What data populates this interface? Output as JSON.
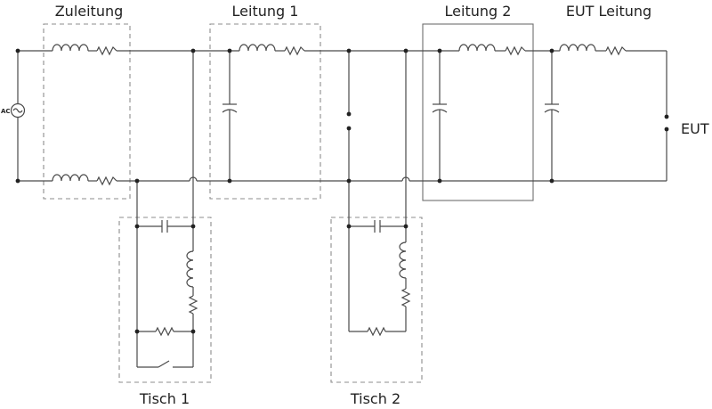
{
  "labels": {
    "zuleitung": "Zuleitung",
    "leitung1": "Leitung 1",
    "leitung2": "Leitung 2",
    "eut_leitung": "EUT Leitung",
    "eut": "EUT",
    "tisch1": "Tisch 1",
    "tisch2": "Tisch 2",
    "ac": "AC"
  },
  "colors": {
    "wire": "#4a4a4a",
    "dashed_box": "#8c8c8c",
    "solid_box": "#6e6e6e",
    "text": "#222222"
  }
}
